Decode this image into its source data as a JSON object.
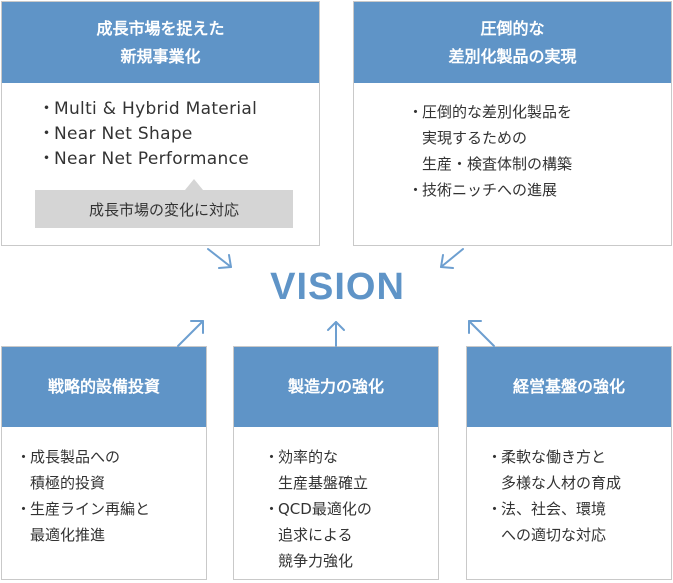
{
  "center": {
    "label": "VISION"
  },
  "top_left": {
    "title_lines": [
      "成長市場を捉えた",
      "新規事業化"
    ],
    "bullet": "・",
    "items": [
      "Multi & Hybrid Material",
      "Near Net Shape",
      "Near Net Performance"
    ],
    "callout": "成長市場の変化に対応"
  },
  "top_right": {
    "title_lines": [
      "圧倒的な",
      "差別化製品の実現"
    ],
    "bullet": "・",
    "items": [
      [
        "圧倒的な差別化製品を",
        "実現するための",
        "生産・検査体制の構築"
      ],
      [
        "技術ニッチへの進展"
      ]
    ]
  },
  "bottom_left": {
    "title": "戦略的設備投資",
    "bullet": "・",
    "items": [
      [
        "成長製品への",
        "積極的投資"
      ],
      [
        "生産ライン再編と",
        "最適化推進"
      ]
    ]
  },
  "bottom_middle": {
    "title": "製造力の強化",
    "bullet": "・",
    "items": [
      [
        "効率的な",
        "生産基盤確立"
      ],
      [
        "QCD最適化の",
        "追求による",
        "競争力強化"
      ]
    ]
  },
  "bottom_right": {
    "title": "経営基盤の強化",
    "bullet": "・",
    "items": [
      [
        "柔軟な働き方と",
        "多様な人材の育成"
      ],
      [
        "法、社会、環境",
        "への適切な対応"
      ]
    ]
  },
  "colors": {
    "header_blue": "#5f94c7",
    "arrow_blue": "#6d9fd0",
    "callout_gray": "#d5d5d5",
    "border_gray": "#c9c9c9"
  }
}
